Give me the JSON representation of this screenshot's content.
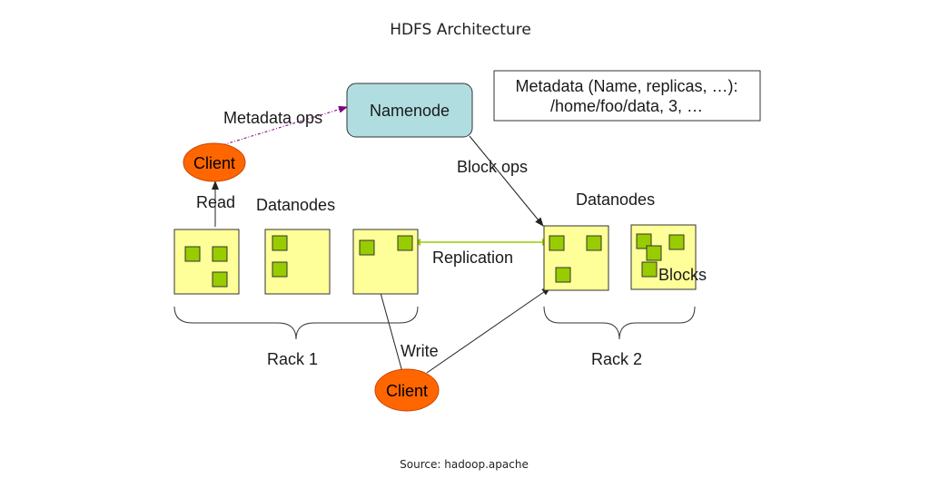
{
  "title": "HDFS Architecture",
  "source": "Source: hadoop.apache",
  "colors": {
    "namenode_fill": "#b0dde0",
    "namenode_border": "#333333",
    "client_fill": "#ff6600",
    "client_border": "#cc4400",
    "datanode_fill": "#ffff99",
    "block_fill": "#99cc00",
    "replication_line": "#99cc00",
    "metadata_ops_line": "#800080"
  },
  "namenode": {
    "label": "Namenode"
  },
  "metadata_box": {
    "line1": "Metadata (Name, replicas, …):",
    "line2": "/home/foo/data, 3, …"
  },
  "labels": {
    "metadata_ops": "Metadata ops",
    "block_ops": "Block ops",
    "read": "Read",
    "write": "Write",
    "replication": "Replication",
    "blocks": "Blocks",
    "datanodes_left": "Datanodes",
    "datanodes_right": "Datanodes",
    "rack1": "Rack 1",
    "rack2": "Rack 2"
  },
  "clients": [
    {
      "label": "Client",
      "role": "reader"
    },
    {
      "label": "Client",
      "role": "writer"
    }
  ],
  "racks": [
    {
      "name": "Rack 1",
      "datanodes": [
        {
          "blocks": 3
        },
        {
          "blocks": 2
        },
        {
          "blocks": 2
        }
      ]
    },
    {
      "name": "Rack 2",
      "datanodes": [
        {
          "blocks": 3
        },
        {
          "blocks": 4
        }
      ]
    }
  ]
}
